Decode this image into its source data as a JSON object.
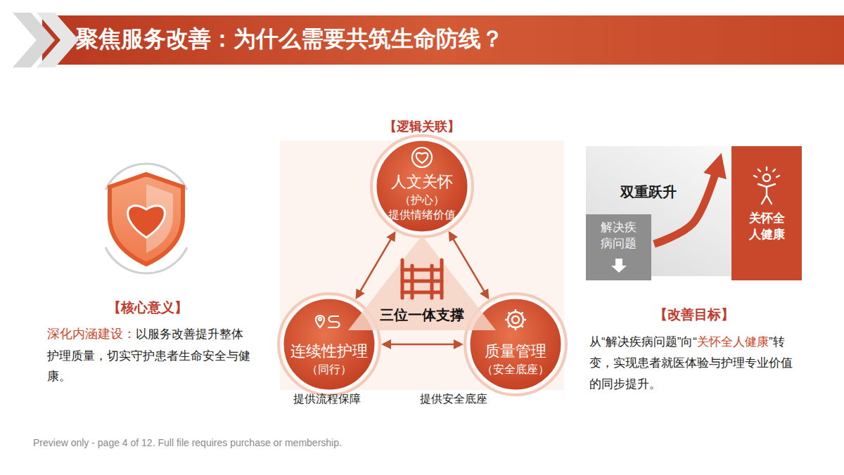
{
  "diagram": {
    "title": "聚焦服务改善：为什么需要共筑生命防线？",
    "nodes": [
      {
        "text": [
          "人文关怀",
          "（护心）",
          "提供情绪价值"
        ]
      },
      {
        "text": [
          "连续性护理",
          "（同行）"
        ]
      },
      {
        "text": [
          "质量管理",
          "（安全底座）"
        ]
      },
      {
        "text": [
          "三位一体支撑"
        ]
      },
      {
        "text": [
          "解决疾病问题"
        ]
      },
      {
        "text": [
          "关怀全人健康"
        ]
      }
    ],
    "edges": [
      {
        "from": 0,
        "to": 1,
        "arrow": "both"
      },
      {
        "from": 0,
        "to": 2,
        "arrow": "both"
      },
      {
        "from": 1,
        "to": 2,
        "arrow": "both"
      },
      {
        "from": 4,
        "to": 5,
        "arrow": "to"
      }
    ],
    "labels": [
      "【逻辑关联】",
      "【核心意义】",
      "深化内涵建设：",
      "以服务改善提升整体护理质量，切实守护患者生命安全与健康。",
      "双重跃升",
      "【改善目标】",
      "从“解决疾病问题”向“",
      "关怀全人健康",
      "”转变，实现患者就医体验与护理专业价值的同步提升。",
      "提供流程保障",
      "提供安全底座",
      "Preview only - page 4 of 12. Full file requires purchase or membership."
    ]
  }
}
